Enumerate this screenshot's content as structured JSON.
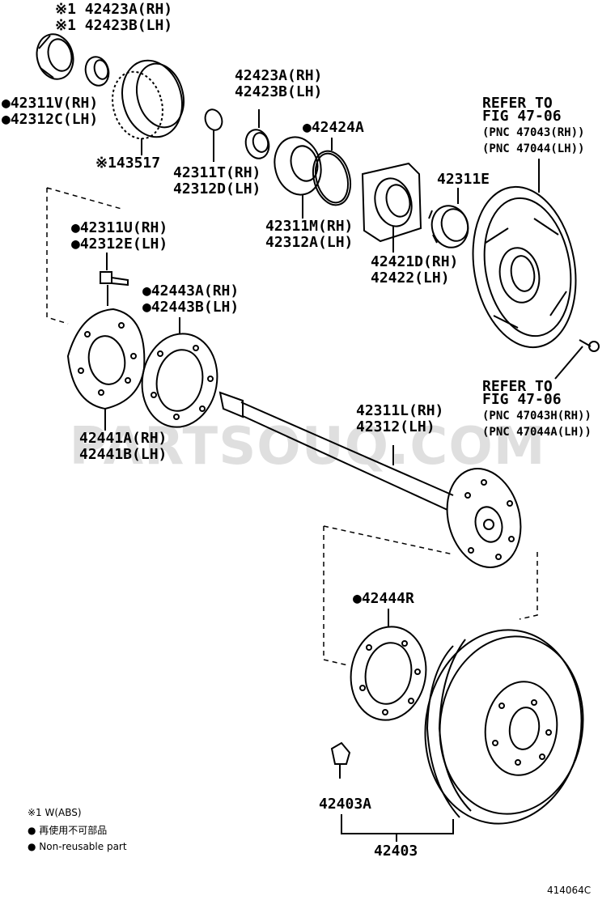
{
  "labels": {
    "p42423A_top": "※1 42423A(RH)",
    "p42423B_top": "※1 42423B(LH)",
    "p42311V": "●42311V(RH)",
    "p42312C": "●42312C(LH)",
    "p43517": "※143517",
    "p42423A": "42423A(RH)",
    "p42423B": "42423B(LH)",
    "p42424A": "●42424A",
    "p42311T": "42311T(RH)",
    "p42312D": "42312D(LH)",
    "p42311M": "42311M(RH)",
    "p42312A": "42312A(LH)",
    "p42311E": "42311E",
    "p42421D": "42421D(RH)",
    "p42422": "42422(LH)",
    "refer1_line1": "REFER TO",
    "refer1_line2": "FIG 47-06",
    "refer1_pnc1": "(PNC 47043(RH))",
    "refer1_pnc2": "(PNC 47044(LH))",
    "p42311U": "●42311U(RH)",
    "p42312E": "●42312E(LH)",
    "p42443A": "●42443A(RH)",
    "p42443B": "●42443B(LH)",
    "refer2_line1": "REFER TO",
    "refer2_line2": "FIG 47-06",
    "refer2_pnc1": "(PNC 47043H(RH))",
    "refer2_pnc2": "(PNC 47044A(LH))",
    "p42311L": "42311L(RH)",
    "p42312": "42312(LH)",
    "p42441A": "42441A(RH)",
    "p42441B": "42441B(LH)",
    "p42444R": "●42444R",
    "p42403A": "42403A",
    "p42403": "42403"
  },
  "legend": {
    "note1": "※1 W(ABS)",
    "note2": "● 再使用不可部品",
    "note3": "● Non-reusable part"
  },
  "watermark": "PARTSOUQ.COM",
  "figure_id": "414064C"
}
